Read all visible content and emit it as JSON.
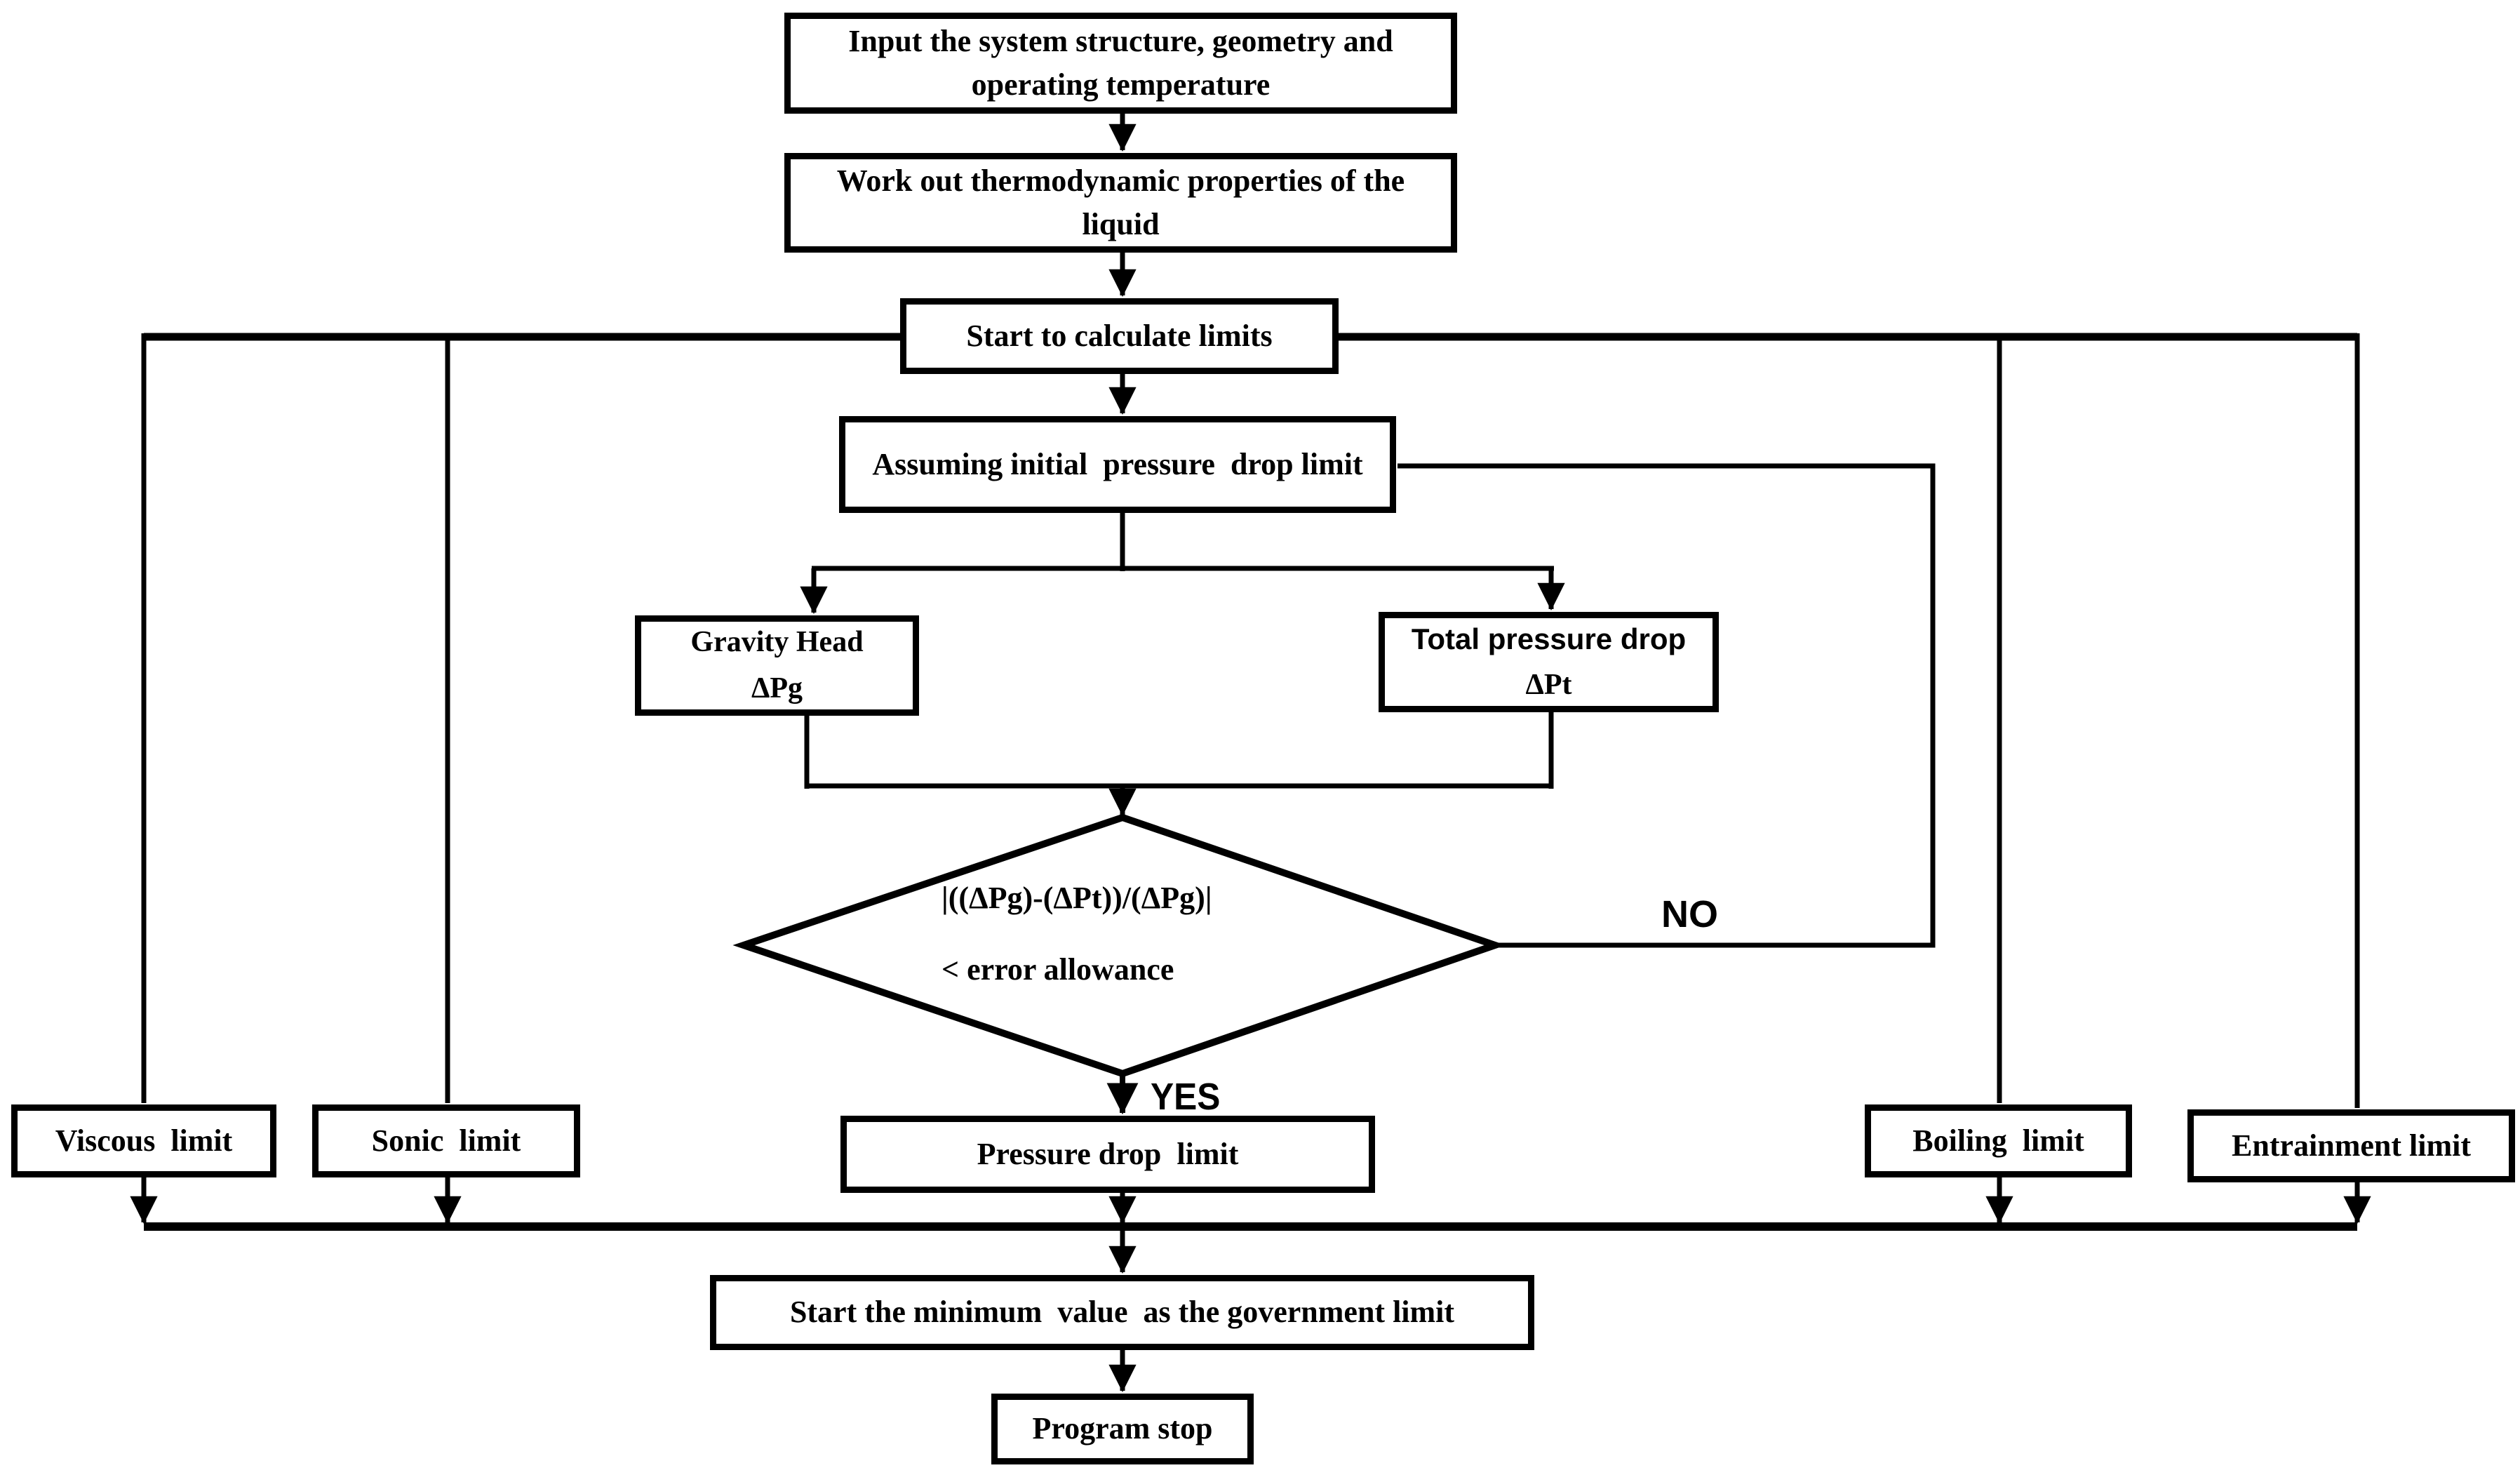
{
  "diagram": {
    "type": "flowchart",
    "colors": {
      "line": "#000000",
      "background": "#ffffff",
      "box_fill": "#ffffff",
      "text": "#000000"
    },
    "nodes": {
      "input": {
        "label": "Input the system structure, geometry and operating temperature"
      },
      "workout": {
        "label": "Work out thermodynamic properties of the liquid"
      },
      "start": {
        "label": "Start to calculate limits"
      },
      "assume": {
        "label": "Assuming initial  pressure  drop limit"
      },
      "gravity": {
        "line1": "Gravity Head",
        "line2": "ΔPg"
      },
      "total": {
        "line1": "Total pressure drop",
        "line2": "ΔPt"
      },
      "decision": {
        "line1": "|((ΔPg)-(ΔPt))/(ΔPg)|",
        "line2": "< error allowance"
      },
      "pressure": {
        "label": "Pressure drop  limit"
      },
      "viscous": {
        "label": "Viscous  limit"
      },
      "sonic": {
        "label": "Sonic  limit"
      },
      "boiling": {
        "label": "Boiling  limit"
      },
      "entrain": {
        "label": "Entrainment limit"
      },
      "min": {
        "label": "Start the minimum  value  as the government limit"
      },
      "stop": {
        "label": "Program stop"
      }
    },
    "edge_labels": {
      "yes": "YES",
      "no": "NO"
    },
    "edges": [
      {
        "from": "input",
        "to": "workout"
      },
      {
        "from": "workout",
        "to": "start"
      },
      {
        "from": "start",
        "to": "assume"
      },
      {
        "from": "start",
        "to": "viscous"
      },
      {
        "from": "start",
        "to": "sonic"
      },
      {
        "from": "start",
        "to": "boiling"
      },
      {
        "from": "start",
        "to": "entrain"
      },
      {
        "from": "assume",
        "to": "gravity"
      },
      {
        "from": "assume",
        "to": "total"
      },
      {
        "from": "gravity",
        "to": "decision"
      },
      {
        "from": "total",
        "to": "decision"
      },
      {
        "from": "decision",
        "to": "pressure",
        "label": "YES"
      },
      {
        "from": "decision",
        "to": "assume",
        "label": "NO"
      },
      {
        "from": "viscous",
        "to": "min"
      },
      {
        "from": "sonic",
        "to": "min"
      },
      {
        "from": "pressure",
        "to": "min"
      },
      {
        "from": "boiling",
        "to": "min"
      },
      {
        "from": "entrain",
        "to": "min"
      },
      {
        "from": "min",
        "to": "stop"
      }
    ]
  }
}
